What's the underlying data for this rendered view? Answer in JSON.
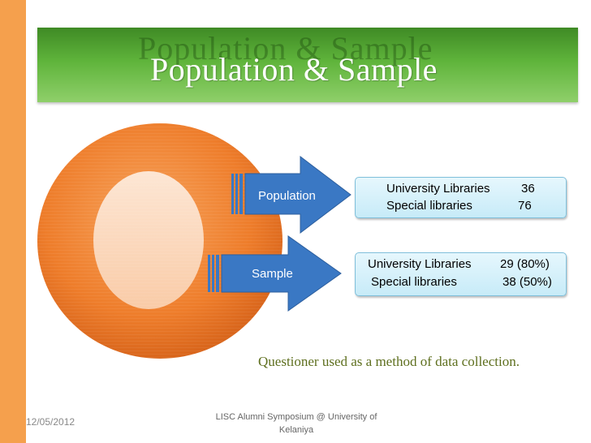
{
  "slide": {
    "title": "Population & Sample",
    "note": "Questioner used as a method of data collection.",
    "footer_date": "12/05/2012",
    "footer_center": "LISC Alumni Symposium @ University of Kelaniya"
  },
  "diagram": {
    "population": {
      "label": "Population",
      "rows": [
        {
          "name": "University Libraries",
          "value": "36"
        },
        {
          "name": "Special libraries",
          "value": "76"
        }
      ]
    },
    "sample": {
      "label": "Sample",
      "rows": [
        {
          "name": "University Libraries",
          "value": "29 (80%)"
        },
        {
          "name": "Special libraries",
          "value": "38 (50%)"
        }
      ]
    }
  },
  "colors": {
    "stripe": "#f5a04d",
    "band": "#5fb43b",
    "ring": "#ee7d2b",
    "inner": "#fbd9bf",
    "arrow": "#3a78c4",
    "box": "#d8f1fb"
  }
}
